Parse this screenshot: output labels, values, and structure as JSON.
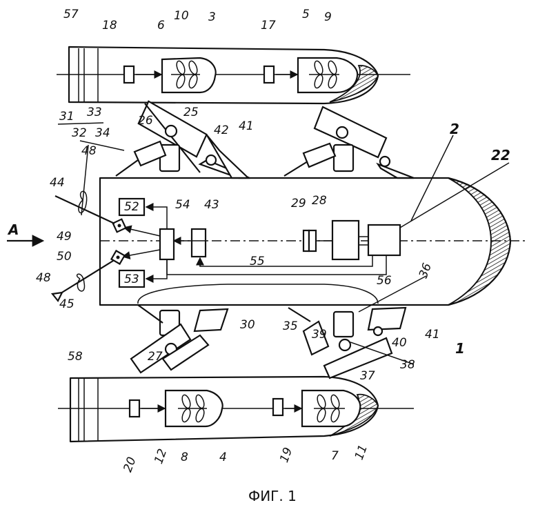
{
  "figure": {
    "caption": "ФИГ. 1",
    "view_arrow_label": "A"
  },
  "labels": [
    {
      "id": "l57",
      "text": "57"
    },
    {
      "id": "l18",
      "text": "18"
    },
    {
      "id": "l6",
      "text": "6"
    },
    {
      "id": "l10",
      "text": "10"
    },
    {
      "id": "l3",
      "text": "3"
    },
    {
      "id": "l17",
      "text": "17"
    },
    {
      "id": "l5",
      "text": "5"
    },
    {
      "id": "l9",
      "text": "9"
    },
    {
      "id": "l31",
      "text": "31"
    },
    {
      "id": "l33",
      "text": "33"
    },
    {
      "id": "l26",
      "text": "26"
    },
    {
      "id": "l25",
      "text": "25"
    },
    {
      "id": "l42",
      "text": "42"
    },
    {
      "id": "l41a",
      "text": "41"
    },
    {
      "id": "l32",
      "text": "32"
    },
    {
      "id": "l34",
      "text": "34"
    },
    {
      "id": "l48a",
      "text": "48"
    },
    {
      "id": "l2",
      "text": "2"
    },
    {
      "id": "l22",
      "text": "22"
    },
    {
      "id": "l44",
      "text": "44"
    },
    {
      "id": "l52",
      "text": "52"
    },
    {
      "id": "l54",
      "text": "54"
    },
    {
      "id": "l43",
      "text": "43"
    },
    {
      "id": "l29",
      "text": "29"
    },
    {
      "id": "l28",
      "text": "28"
    },
    {
      "id": "l49",
      "text": "49"
    },
    {
      "id": "l50",
      "text": "50"
    },
    {
      "id": "l55",
      "text": "55"
    },
    {
      "id": "l36",
      "text": "36"
    },
    {
      "id": "l48b",
      "text": "48"
    },
    {
      "id": "l53",
      "text": "53"
    },
    {
      "id": "l56",
      "text": "56"
    },
    {
      "id": "l45",
      "text": "45"
    },
    {
      "id": "l30",
      "text": "30"
    },
    {
      "id": "l35",
      "text": "35"
    },
    {
      "id": "l39",
      "text": "39"
    },
    {
      "id": "l41b",
      "text": "41"
    },
    {
      "id": "l40",
      "text": "40"
    },
    {
      "id": "l1",
      "text": "1"
    },
    {
      "id": "l27",
      "text": "27"
    },
    {
      "id": "l38",
      "text": "38"
    },
    {
      "id": "l37",
      "text": "37"
    },
    {
      "id": "l58",
      "text": "58"
    },
    {
      "id": "l20",
      "text": "20"
    },
    {
      "id": "l12",
      "text": "12"
    },
    {
      "id": "l8",
      "text": "8"
    },
    {
      "id": "l4",
      "text": "4"
    },
    {
      "id": "l19",
      "text": "19"
    },
    {
      "id": "l7",
      "text": "7"
    },
    {
      "id": "l11",
      "text": "11"
    }
  ]
}
